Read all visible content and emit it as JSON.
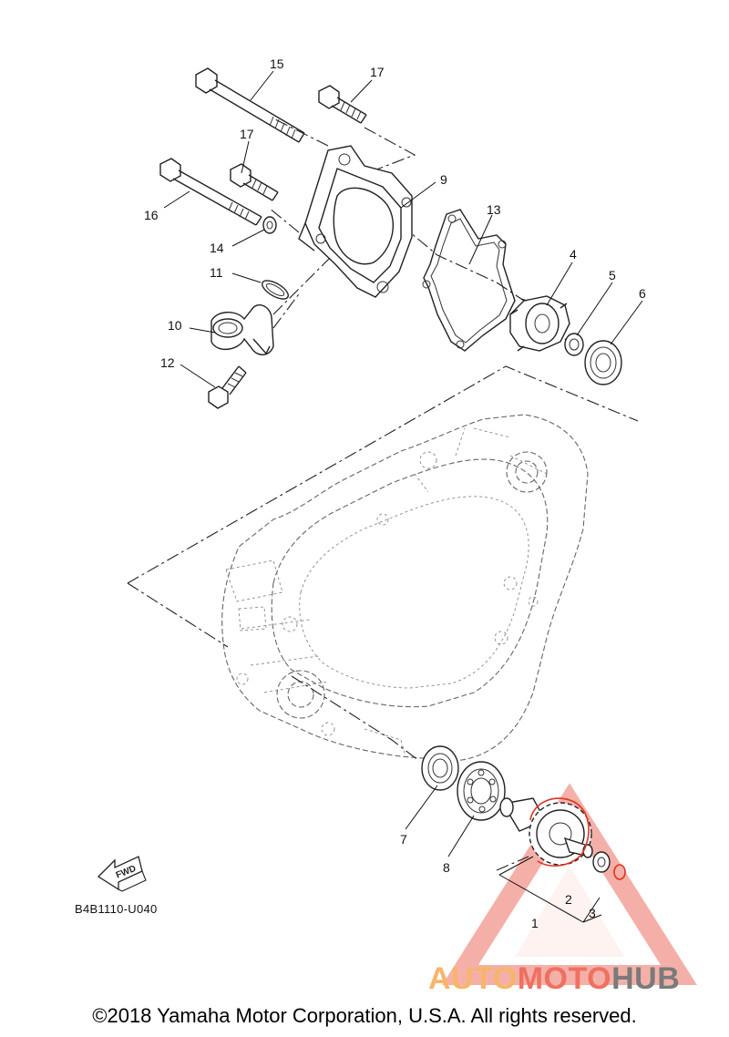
{
  "callouts": {
    "p1": "1",
    "p2": "2",
    "p3": "3",
    "p4": "4",
    "p5": "5",
    "p6": "6",
    "p7": "7",
    "p8": "8",
    "p9": "9",
    "p10": "10",
    "p11": "11",
    "p12": "12",
    "p13": "13",
    "p14": "14",
    "p15": "15",
    "p16": "16",
    "p17a": "17",
    "p17b": "17"
  },
  "diagram_code": "B4B1110-U040",
  "fwd_label": "FWD",
  "watermark": {
    "part1": "AUTO",
    "part2": "MOTO",
    "part3": "HUB",
    "colors": {
      "auto": "#f7b56a",
      "moto": "#f07060",
      "hub": "#7a7a7a",
      "triangle": "#f3a39a"
    }
  },
  "copyright": "©2018 Yamaha Motor Corporation, U.S.A. All rights reserved."
}
